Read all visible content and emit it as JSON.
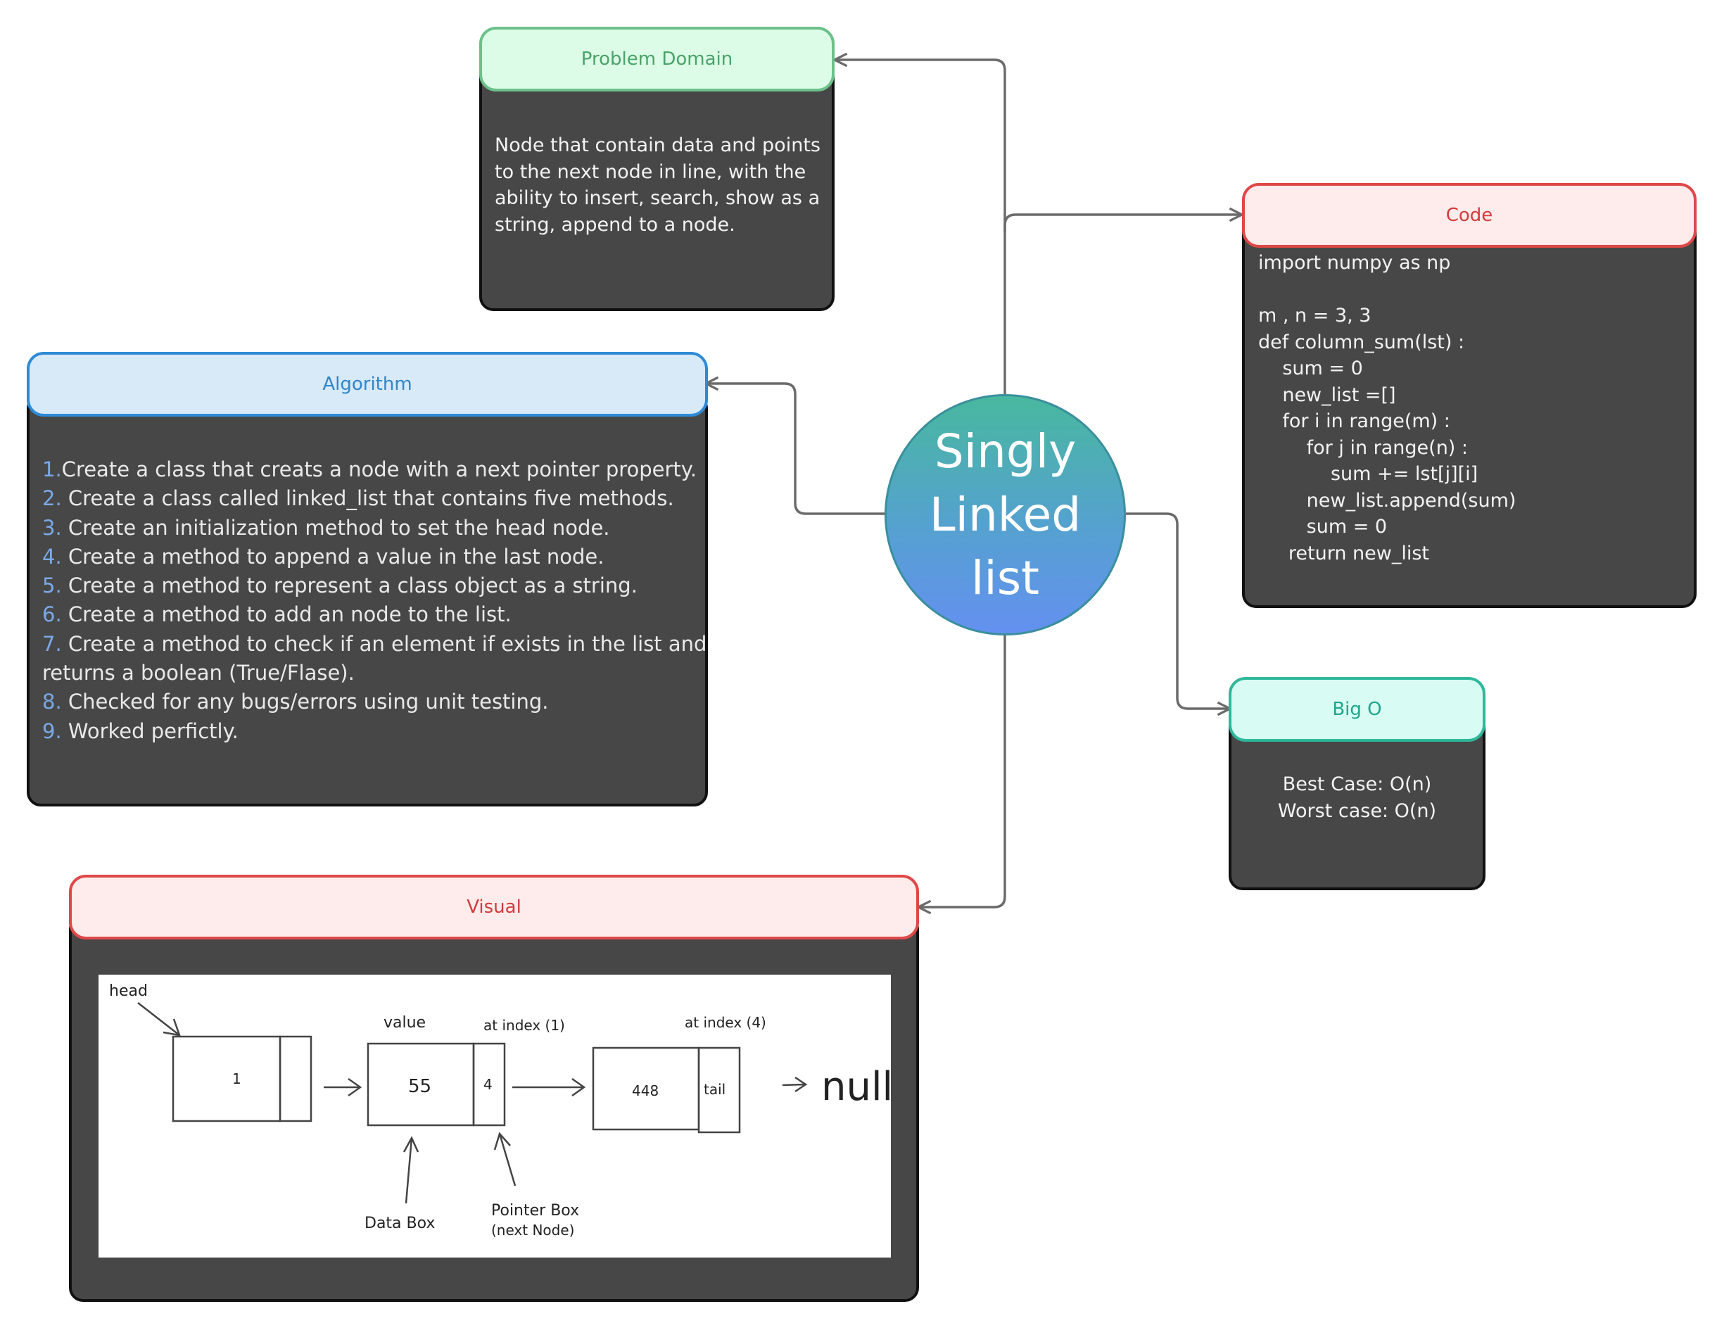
{
  "diagram": {
    "center": {
      "title": "Singly\nLinked\nlist"
    },
    "problem_domain": {
      "header": "Problem Domain",
      "body": "Node that contain data and points\nto the next node in line, with the\nability to insert, search, show as a\nstring, append to a node."
    },
    "code": {
      "header": "Code",
      "body": "import numpy as np\n\nm , n = 3, 3\ndef column_sum(lst) :\n    sum = 0\n    new_list =[]\n    for i in range(m) :\n        for j in range(n) :\n            sum += lst[j][i]\n        new_list.append(sum)\n        sum = 0\n     return new_list"
    },
    "algorithm": {
      "header": "Algorithm",
      "steps": [
        {
          "num": "1.",
          "text": "Create a class that creats a node with a next pointer property."
        },
        {
          "num": "2.",
          "text": " Create a class called linked_list that contains five methods."
        },
        {
          "num": "3.",
          "text": " Create an initialization method to set the head node."
        },
        {
          "num": "4.",
          "text": " Create a method to append a value in the last node."
        },
        {
          "num": "5.",
          "text": " Create a method to represent a class object as a string."
        },
        {
          "num": "6.",
          "text": " Create a method to add an node to the list."
        },
        {
          "num": "7.",
          "text": " Create a method to check if an element if exists in the list and\nreturns a boolean (True/Flase)."
        },
        {
          "num": "8.",
          "text": " Checked for any bugs/errors using unit testing."
        },
        {
          "num": "9.",
          "text": " Worked perfictly."
        }
      ]
    },
    "big_o": {
      "header": "Big O",
      "body": "Best Case: O(n)\nWorst case: O(n)"
    },
    "visual": {
      "header": "Visual",
      "sketch": {
        "head_label": "head",
        "value_label": "value",
        "index1_label": "at index (1)",
        "index4_label": "at index (4)",
        "node1_value": "1",
        "node2_value": "55",
        "node2_pointer": "4",
        "node3_value": "448",
        "node3_pointer": "tail",
        "null_label": "null",
        "data_box_label": "Data Box",
        "pointer_box_label": "Pointer Box",
        "pointer_box_sub": "(next Node)"
      }
    }
  }
}
